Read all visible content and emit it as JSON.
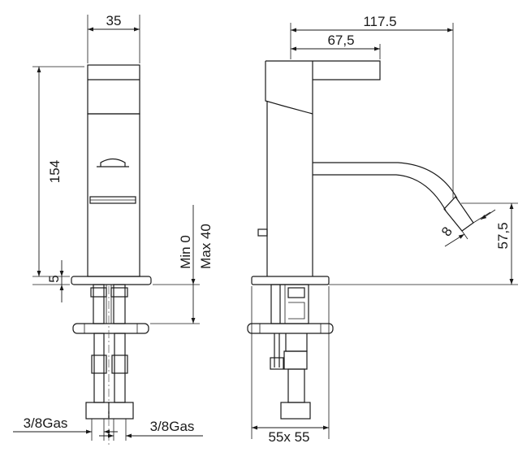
{
  "dimensions": {
    "front_width": "35",
    "front_height": "154",
    "base_thickness": "5",
    "mount_min": "Min 0",
    "mount_max": "Max 40",
    "connection_left": "3/8Gas",
    "connection_right": "3/8Gas",
    "total_reach": "117.5",
    "lever_reach": "67,5",
    "spout_outlet": "8",
    "spout_height": "57,5",
    "base_size": "55x 55"
  },
  "colors": {
    "line": "#1a1a1a",
    "background": "#ffffff"
  }
}
